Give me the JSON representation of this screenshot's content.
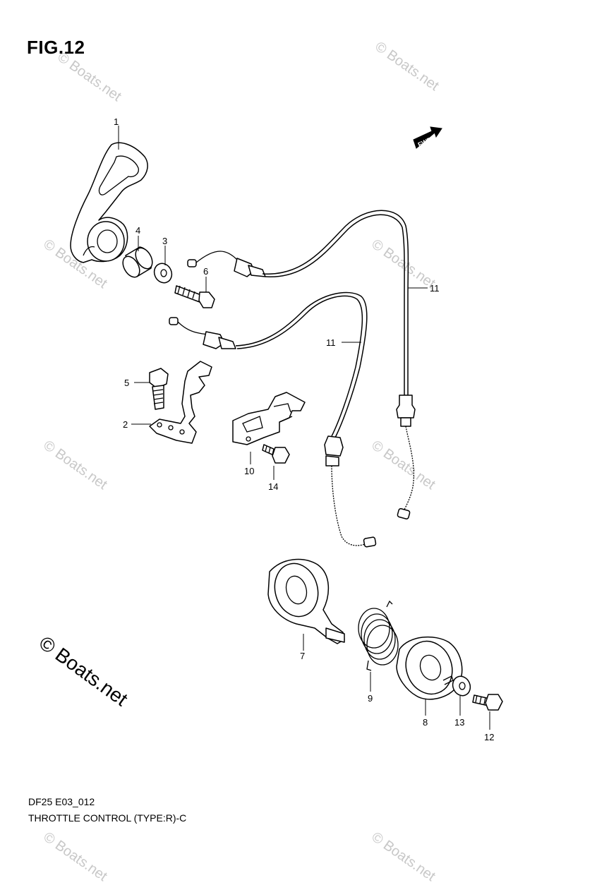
{
  "figure": {
    "title": "FIG.12",
    "code": "DF25 E03_012",
    "name": "THROTTLE CONTROL (TYPE:R)-C"
  },
  "fwd_label": "FWD",
  "watermark": "© Boats.net",
  "callouts": [
    "1",
    "2",
    "3",
    "4",
    "5",
    "6",
    "7",
    "8",
    "9",
    "10",
    "11",
    "11",
    "12",
    "13",
    "14"
  ]
}
